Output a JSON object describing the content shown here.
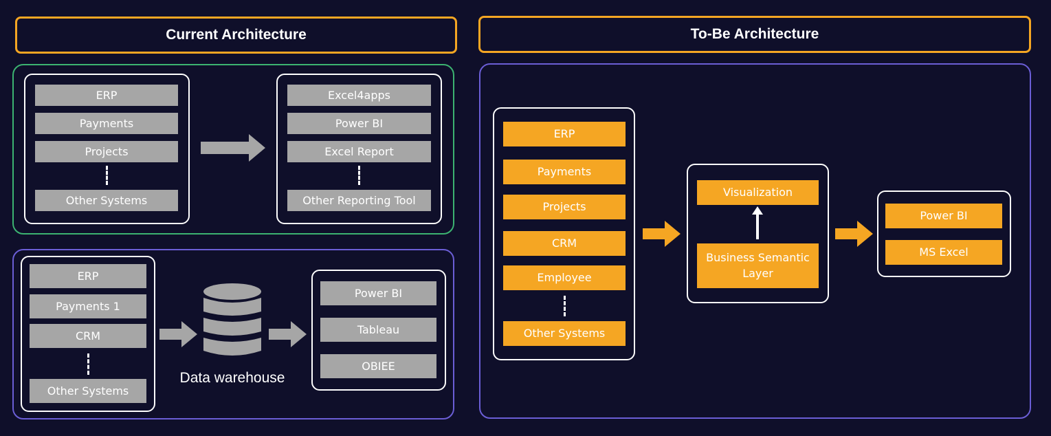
{
  "headers": {
    "current": "Current Architecture",
    "tobe": "To-Be Architecture"
  },
  "current_top": {
    "sources": [
      "ERP",
      "Payments",
      "Projects",
      "Other Systems"
    ],
    "targets": [
      "Excel4apps",
      "Power BI",
      "Excel Report",
      "Other Reporting Tool"
    ]
  },
  "current_bottom": {
    "sources": [
      "ERP",
      "Payments 1",
      "CRM",
      "Other Systems"
    ],
    "warehouse_label": "Data warehouse",
    "targets": [
      "Power BI",
      "Tableau",
      "OBIEE"
    ]
  },
  "tobe": {
    "sources": [
      "ERP",
      "Payments",
      "Projects",
      "CRM",
      "Employee",
      "Other Systems"
    ],
    "semantic": {
      "top": "Visualization",
      "bottom": "Business Semantic Layer"
    },
    "targets": [
      "Power BI",
      "MS Excel"
    ]
  },
  "colors": {
    "background": "#0f0f2a",
    "header_border": "#f5a623",
    "current_top_border": "#3cb371",
    "panel_border_purple": "#6b5ed6",
    "grey_box": "#a6a6a6",
    "orange_box": "#f5a623"
  }
}
